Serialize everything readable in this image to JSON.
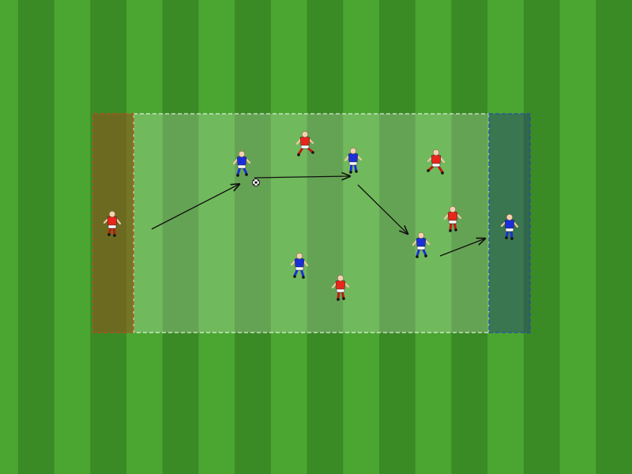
{
  "pitch": {
    "stripe_light": "#4aa630",
    "stripe_dark": "#3a8a25",
    "stripes": 18
  },
  "zones": {
    "main": {
      "dash_color": "#ffffff",
      "shade": "rgba(255,255,255,0.22)"
    },
    "left_end": {
      "dash_color": "#e53a1c",
      "fill": "rgba(150,80,30,0.55)"
    },
    "right_end": {
      "dash_color": "#1d3fcf",
      "fill": "rgba(40,60,120,0.45)"
    }
  },
  "teams": {
    "red": {
      "shirt": "#e8261b",
      "shorts": "#ffffff",
      "socks": "#c01a10"
    },
    "blue": {
      "shirt": "#1b2fd8",
      "shorts": "#ffffff",
      "socks": "#1b2fd8"
    }
  },
  "players": [
    {
      "id": "red-target-left",
      "team": "red"
    },
    {
      "id": "blue-1",
      "team": "blue"
    },
    {
      "id": "red-1",
      "team": "red"
    },
    {
      "id": "blue-2",
      "team": "blue"
    },
    {
      "id": "red-2",
      "team": "red"
    },
    {
      "id": "red-3",
      "team": "red"
    },
    {
      "id": "blue-3",
      "team": "blue"
    },
    {
      "id": "blue-target-right",
      "team": "blue"
    },
    {
      "id": "blue-4",
      "team": "blue"
    },
    {
      "id": "red-4",
      "team": "red"
    }
  ],
  "ball": {
    "color": "#ffffff",
    "patch": "#111111"
  },
  "pass_arrows": [
    {
      "id": "pass-1",
      "color": "#111111"
    },
    {
      "id": "pass-2",
      "color": "#111111"
    },
    {
      "id": "pass-3",
      "color": "#111111"
    },
    {
      "id": "pass-4",
      "color": "#111111"
    }
  ]
}
